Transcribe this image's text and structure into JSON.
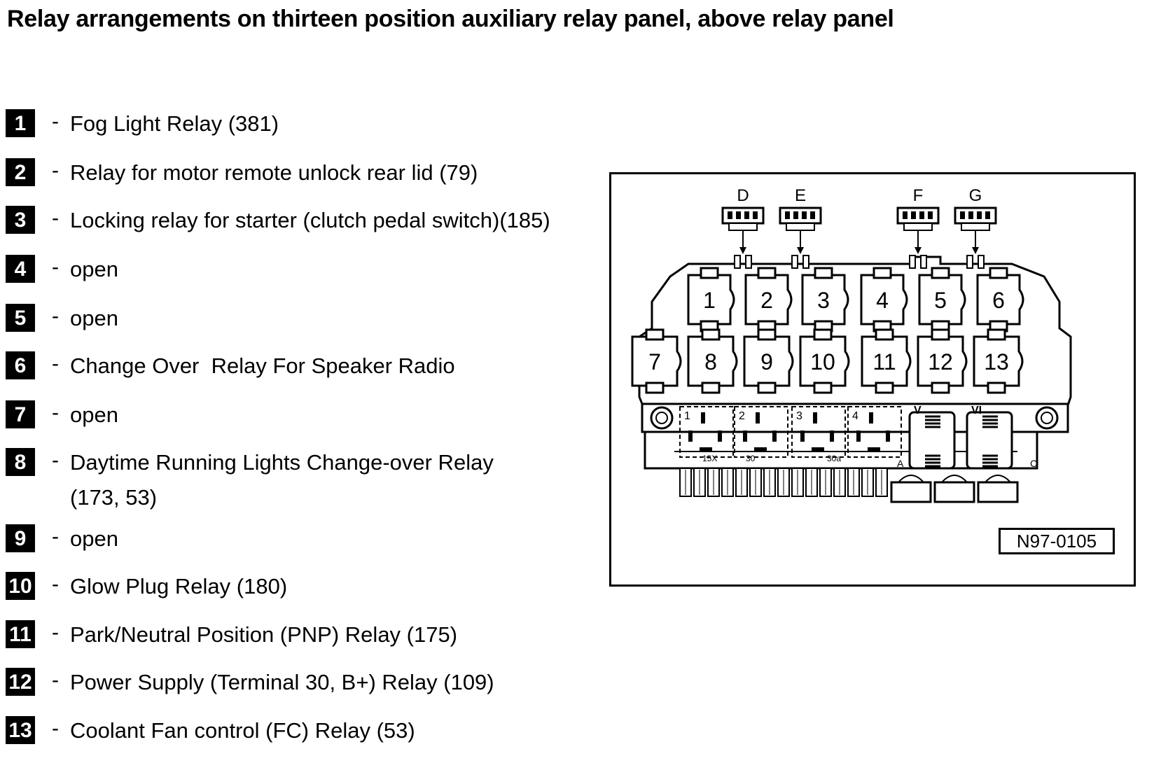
{
  "title": "Relay arrangements on thirteen position auxiliary relay panel, above relay panel",
  "legend": [
    {
      "num": "1",
      "dash": "-",
      "text": "Fog Light Relay (381)"
    },
    {
      "num": "2",
      "dash": "-",
      "text": "Relay for motor remote unlock rear lid (79)"
    },
    {
      "num": "3",
      "dash": "-",
      "text": "Locking relay for starter (clutch pedal switch)(185)"
    },
    {
      "num": "4",
      "dash": "-",
      "text": "open"
    },
    {
      "num": "5",
      "dash": "-",
      "text": "open"
    },
    {
      "num": "6",
      "dash": "-",
      "text": "Change Over  Relay For Speaker Radio"
    },
    {
      "num": "7",
      "dash": "-",
      "text": "open"
    },
    {
      "num": "8",
      "dash": "-",
      "text": "Daytime Running Lights Change-over Relay\n(173, 53)"
    },
    {
      "num": "9",
      "dash": "-",
      "text": "open"
    },
    {
      "num": "10",
      "dash": "-",
      "text": "Glow Plug Relay (180)"
    },
    {
      "num": "11",
      "dash": "-",
      "text": "Park/Neutral Position (PNP) Relay (175)"
    },
    {
      "num": "12",
      "dash": "-",
      "text": "Power Supply (Terminal 30, B+) Relay (109)"
    },
    {
      "num": "13",
      "dash": "-",
      "text": "Coolant Fan control (FC) Relay (53)"
    }
  ],
  "diagram": {
    "connector_labels": [
      "D",
      "E",
      "F",
      "G"
    ],
    "relay_labels": [
      "1",
      "2",
      "3",
      "4",
      "5",
      "6",
      "7",
      "8",
      "9",
      "10",
      "11",
      "12",
      "13"
    ],
    "fuse_group_labels": [
      "1",
      "2",
      "3",
      "4"
    ],
    "socket_labels": [
      "V",
      "VI"
    ],
    "terminal_labels": [
      "15X",
      "30",
      "30a"
    ],
    "plug_labels": [
      "A",
      "C"
    ],
    "code": "N97-0105"
  }
}
